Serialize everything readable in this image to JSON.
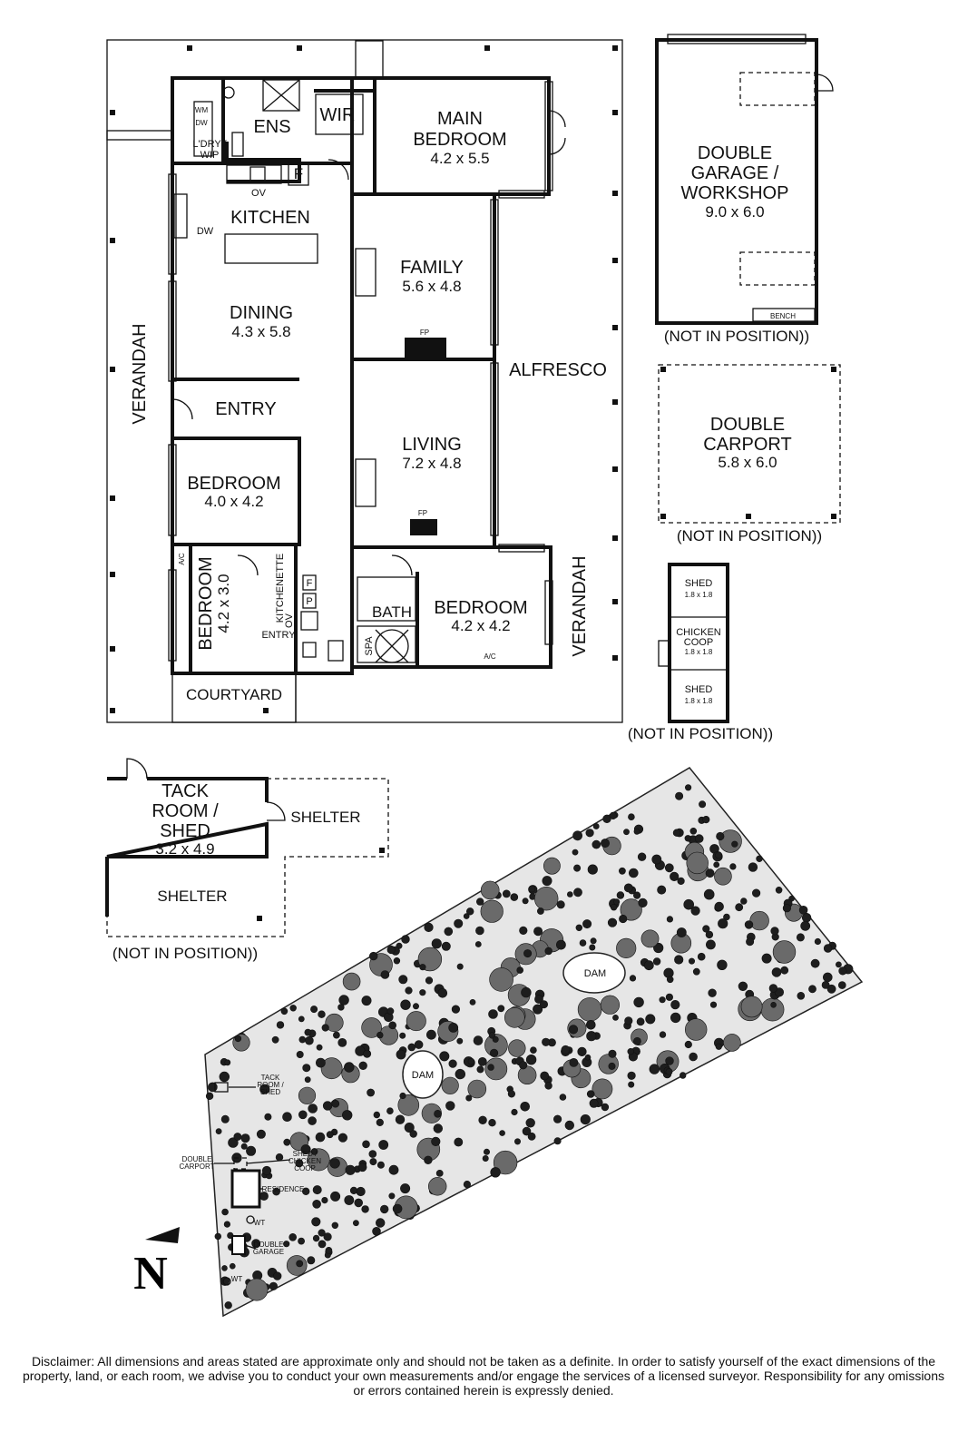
{
  "house": {
    "rooms": {
      "main_bedroom": {
        "name_line1": "MAIN",
        "name_line2": "BEDROOM",
        "size": "4.2 x 5.5"
      },
      "ens": "ENS",
      "wir": "WIR",
      "wm": "WM",
      "dw_laundry": "DW",
      "laundry_line1": "L'DRY /",
      "laundry_line2": "WIP",
      "fridge": "F",
      "ov": "OV",
      "kitchen": "KITCHEN",
      "dw_kitchen": "DW",
      "dining": {
        "name": "DINING",
        "size": "4.3 x 5.8"
      },
      "family": {
        "name": "FAMILY",
        "size": "5.6 x 4.8"
      },
      "fp_family": "FP",
      "alfresco": "ALFRESCO",
      "verandah_left": "VERANDAH",
      "entry": "ENTRY",
      "living": {
        "name": "LIVING",
        "size": "7.2 x 4.8"
      },
      "fp_living": "FP",
      "bedroom_a": {
        "name": "BEDROOM",
        "size": "4.0 x 4.2"
      },
      "bedroom_b": {
        "name": "BEDROOM",
        "size": "4.2 x 3.0"
      },
      "ac_left": "A/C",
      "kitchenette": "KITCHENETTE",
      "ov_kitchenette": "OV",
      "kitchenette_entry": "ENTRY",
      "f_small": "F",
      "p_small": "P",
      "bath": "BATH",
      "spa": "SPA",
      "bedroom_c": {
        "name": "BEDROOM",
        "size": "4.2 x 4.2"
      },
      "ac_right": "A/C",
      "verandah_right": "VERANDAH",
      "courtyard": "COURTYARD"
    }
  },
  "outbuildings": {
    "garage": {
      "line1": "DOUBLE",
      "line2": "GARAGE /",
      "line3": "WORKSHOP",
      "size": "9.0 x 6.0",
      "bench": "BENCH",
      "note": "(NOT IN POSITION))"
    },
    "carport": {
      "line1": "DOUBLE",
      "line2": "CARPORT",
      "size": "5.8 x 6.0",
      "note": "(NOT IN POSITION))"
    },
    "shed_top": {
      "name": "SHED",
      "size": "1.8 x 1.8"
    },
    "chicken": {
      "line1": "CHICKEN",
      "line2": "COOP",
      "size": "1.8 x 1.8"
    },
    "shed_bottom": {
      "name": "SHED",
      "size": "1.8 x 1.8"
    },
    "shed_note": "(NOT IN POSITION))",
    "tack": {
      "line1": "TACK",
      "line2": "ROOM /",
      "line3": "SHED",
      "size": "3.2 x 4.9"
    },
    "shelter_right": "SHELTER",
    "shelter_bottom": "SHELTER",
    "tack_note": "(NOT IN POSITION))"
  },
  "site_plan": {
    "dam_top": "DAM",
    "dam_left": "DAM",
    "tack_label_line1": "TACK",
    "tack_label_line2": "ROOM /",
    "tack_label_line3": "SHED",
    "carport_label_line1": "DOUBLE",
    "carport_label_line2": "CARPORT",
    "shed_label_line1": "SHED /",
    "shed_label_line2": "CHICKEN",
    "shed_label_line3": "COOP",
    "residence_label": "RESIDENCE",
    "wt_top": "WT",
    "garage_label_line1": "DOUBLE",
    "garage_label_line2": "GARAGE",
    "wt_bottom": "WT",
    "north": "N"
  },
  "disclaimer": "Disclaimer: All dimensions and areas stated are approximate only and should not be taken as a definite. In order to satisfy yourself of the exact dimensions of the property, land, or each room, we advise you to conduct your own measurements and/or engage the services of a licensed surveyor. Responsibility for any omissions or errors contained herein is expressly denied."
}
